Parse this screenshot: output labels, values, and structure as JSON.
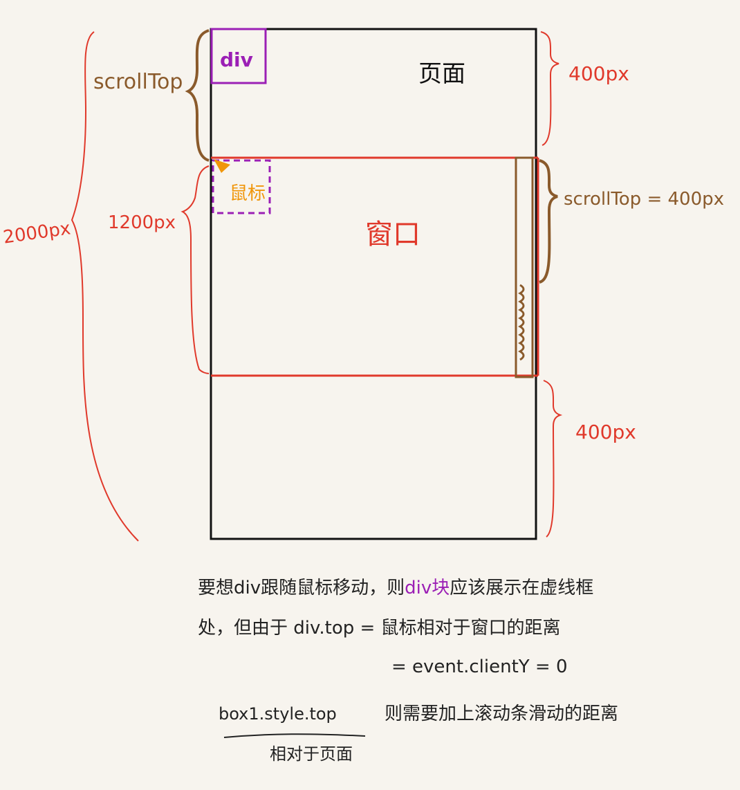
{
  "colors": {
    "paper": "#f7f4ee",
    "page_border": "#111111",
    "window_red": "#e0392b",
    "scroll_brown": "#8a5a2b",
    "div_purple": "#9b1fb5",
    "cursor_orange": "#f0960a",
    "ink": "#222222"
  },
  "labels": {
    "div": "div",
    "page": "页面",
    "window": "窗口",
    "cursor": "鼠标",
    "scrolltop_left": "scrollTop",
    "scrolltop_right": "scrollTop = 400px",
    "top_400": "400px",
    "bottom_400": "400px",
    "total_2000": "2000px",
    "window_1200": "1200px"
  },
  "notes": {
    "line1_a": "要想div跟随鼠标移动，则",
    "line1_b": "div块",
    "line1_c": "应该展示在虚线框",
    "line2": "处，但由于 div.top = 鼠标相对于窗口的距离",
    "line3": "= event.clientY = 0",
    "code": "box1.style.top",
    "code_sub": "相对于页面",
    "line4": "则需要加上滚动条滑动的距离"
  }
}
